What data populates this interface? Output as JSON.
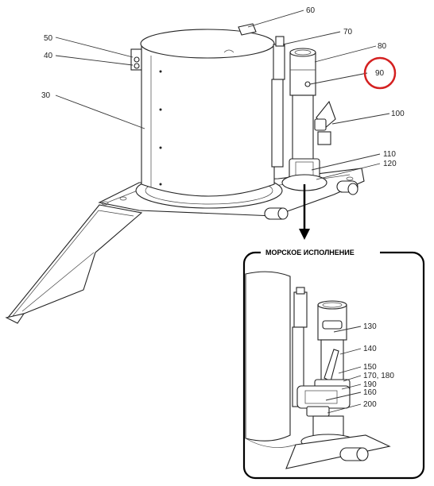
{
  "diagram": {
    "inset_title": "МОРСКОЕ ИСПОЛНЕНИЕ",
    "highlight_color": "#d42020",
    "highlighted_label": "90",
    "labels": {
      "l60": "60",
      "l70": "70",
      "l50": "50",
      "l40": "40",
      "l80": "80",
      "l90": "90",
      "l30": "30",
      "l100": "100",
      "l110": "110",
      "l120": "120",
      "l130": "130",
      "l140": "140",
      "l150": "150",
      "l170": "170, 180",
      "l190": "190",
      "l160": "160",
      "l200": "200"
    }
  }
}
